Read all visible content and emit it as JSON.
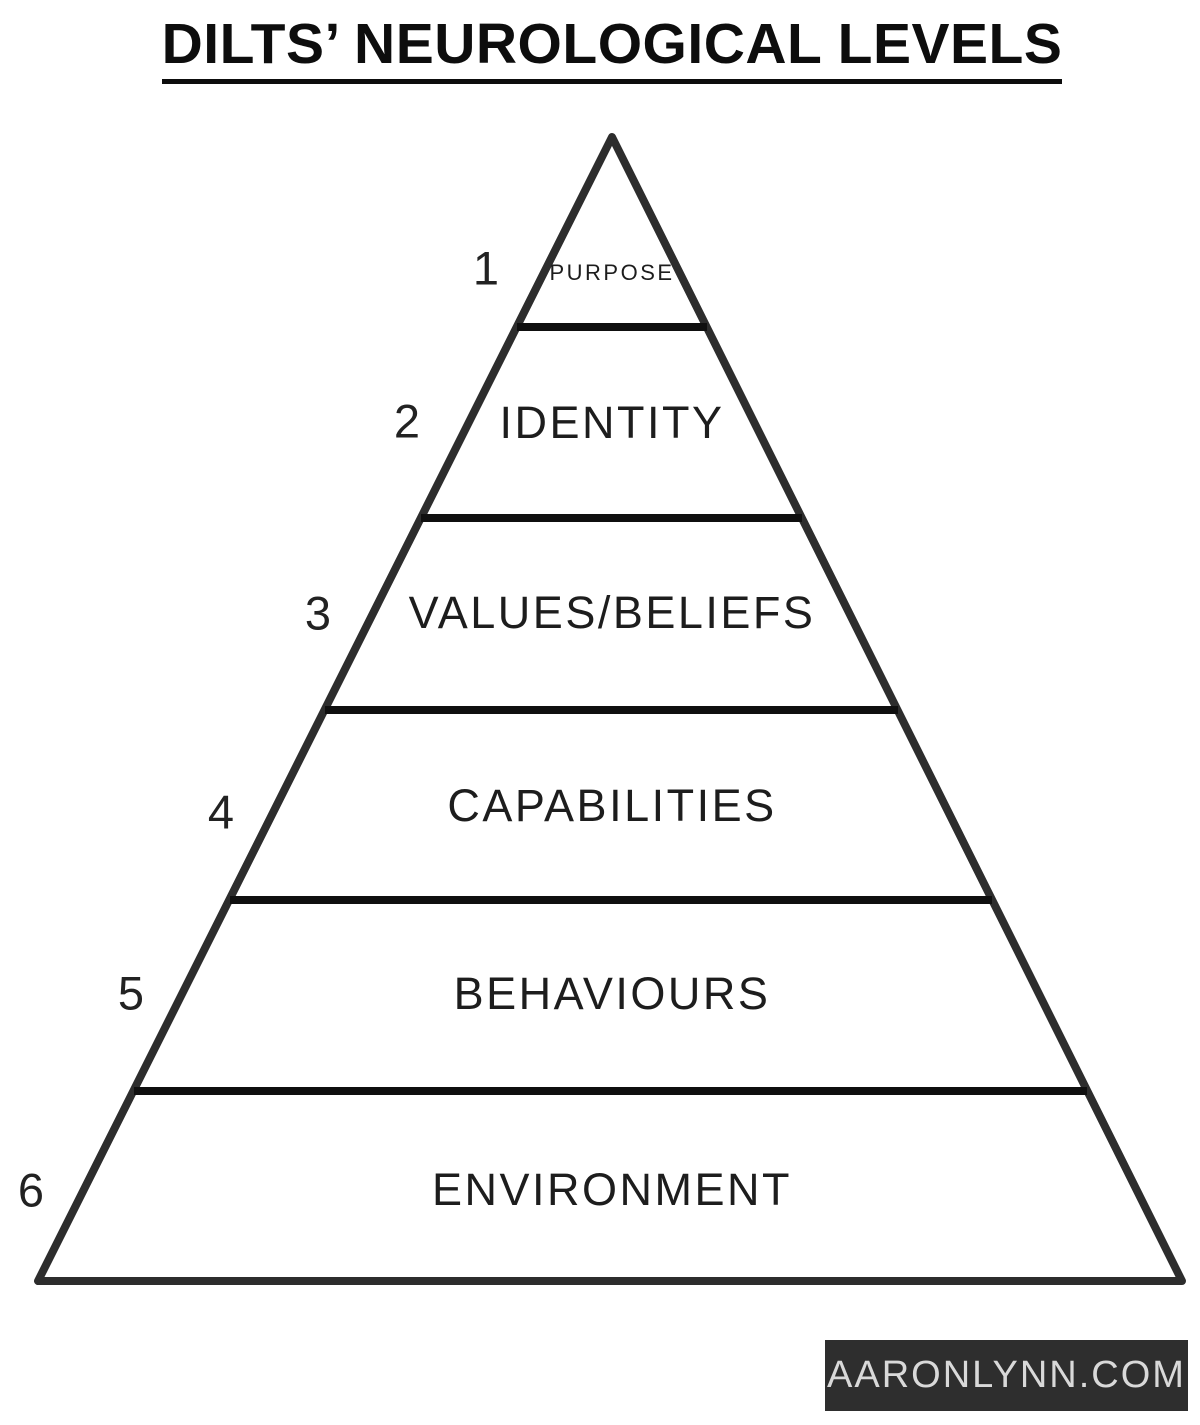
{
  "title": "DILTS’ NEUROLOGICAL LEVELS",
  "levels": [
    {
      "number": "1",
      "label": "PURPOSE"
    },
    {
      "number": "2",
      "label": "IDENTITY"
    },
    {
      "number": "3",
      "label": "VALUES/BELIEFS"
    },
    {
      "number": "4",
      "label": "CAPABILITIES"
    },
    {
      "number": "5",
      "label": "BEHAVIOURS"
    },
    {
      "number": "6",
      "label": "ENVIRONMENT"
    }
  ],
  "watermark": "AARONLYNN.COM",
  "colors": {
    "outline": "#2d2d2d",
    "divider": "#0f0f0f",
    "text": "#1d1d1d",
    "badge-bg": "#2e2e2e",
    "badge-text": "#d9d9d9",
    "page-bg": "#ffffff"
  }
}
